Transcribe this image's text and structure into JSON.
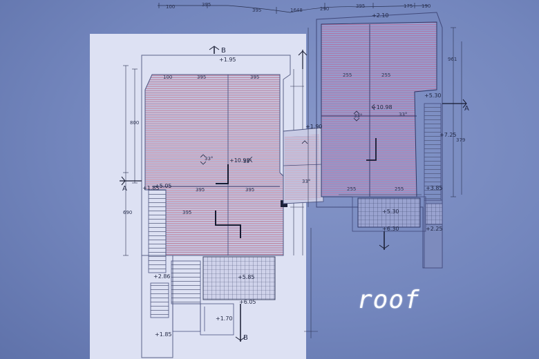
{
  "caption": "roof",
  "dims": {
    "top": [
      "100",
      "395",
      "395",
      "1648",
      "290",
      "395",
      "175",
      "190"
    ],
    "inner": [
      "100",
      "395",
      "395",
      "395",
      "395",
      "255",
      "255",
      "255",
      "255",
      "395",
      "800",
      "690",
      "379",
      "961"
    ]
  },
  "levels": [
    "+1.95",
    "+1.85",
    "+5.05",
    "+10.98",
    "+1.90",
    "+10.98",
    "+2.10",
    "+5.30",
    "+7.25",
    "+3.85",
    "+5.30",
    "+6.30",
    "+2.25",
    "+2.86",
    "+5.85",
    "+6.05",
    "+1.70",
    "+1.85"
  ],
  "pitches": [
    "33°",
    "33°",
    "33°",
    "33°",
    "33°"
  ],
  "sections": [
    "B",
    "A",
    "B",
    "A"
  ]
}
